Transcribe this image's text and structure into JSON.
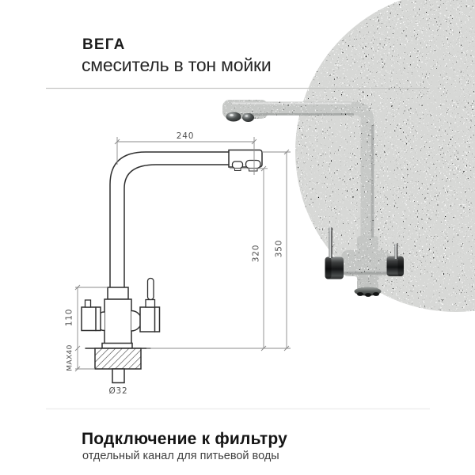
{
  "header": {
    "title": "ВЕГА",
    "subtitle": "смеситель в тон мойки"
  },
  "footer": {
    "title": "Подключение к фильтру",
    "subtitle": "отдельный канал для питьевой воды"
  },
  "diagram": {
    "dim_top_width": "240",
    "dim_spout_height": "320",
    "dim_total_height": "350",
    "dim_body_height": "110",
    "dim_counter_max": "MAX40",
    "dim_hole": "Ø32"
  },
  "colors": {
    "granite_base": "#d7d8d6",
    "faucet_granite_base": "#c7c9c7",
    "drawing_line": "#2f2f2f",
    "dimension_line": "#8b8b8b",
    "dimension_text": "#4f4f4f",
    "divider_top": "#c2c3c1",
    "divider_bottom": "#ececec"
  }
}
